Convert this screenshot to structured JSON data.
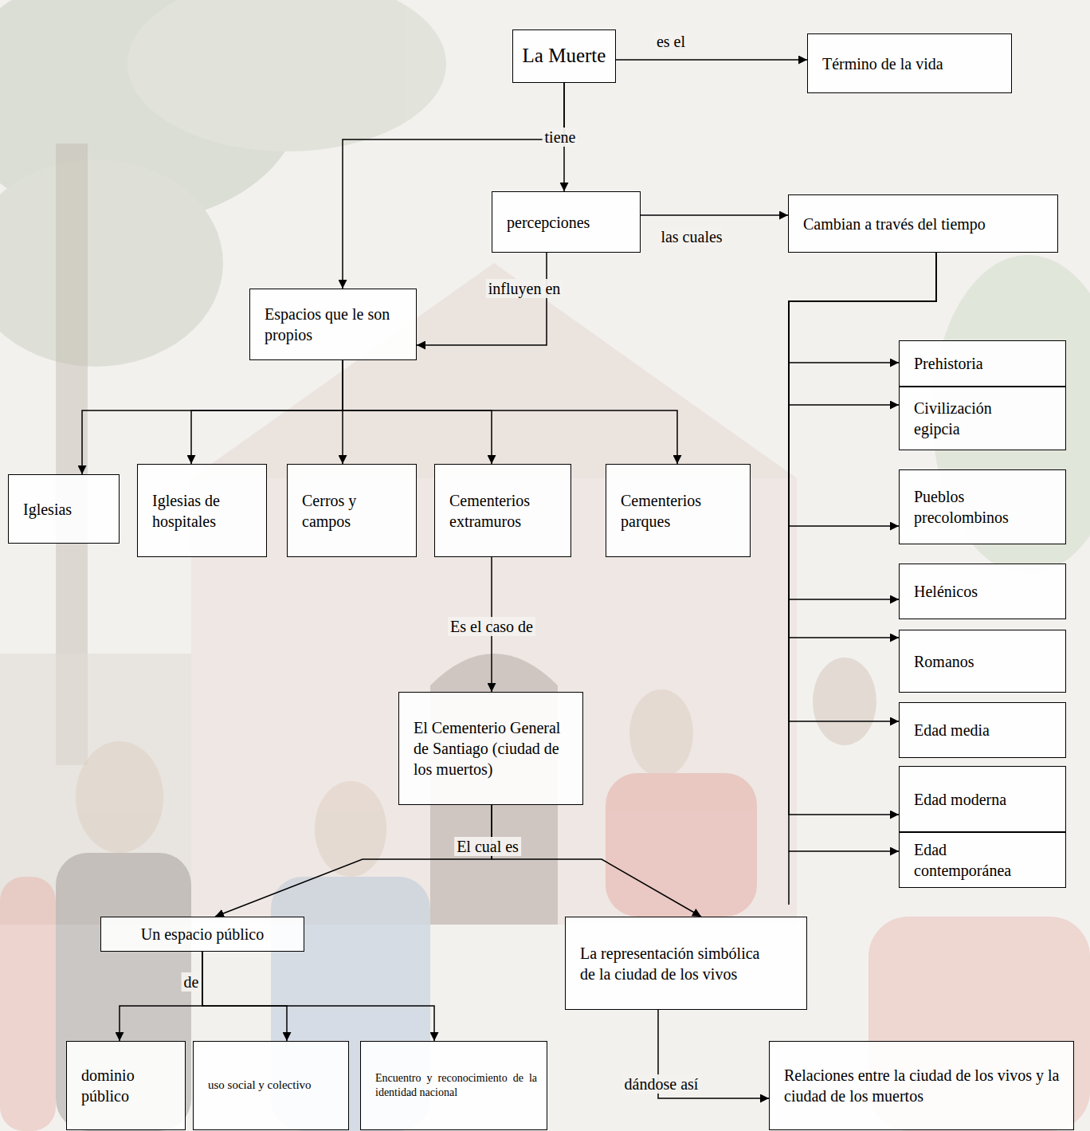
{
  "diagram": {
    "nodes": [
      {
        "text": [
          "La Muerte"
        ]
      },
      {
        "text": [
          "Término de la vida"
        ]
      },
      {
        "text": [
          "percepciones"
        ]
      },
      {
        "text": [
          "Cambian a través del tiempo"
        ]
      },
      {
        "text": [
          "Espacios que le son propios"
        ]
      },
      {
        "text": [
          "Prehistoria"
        ]
      },
      {
        "text": [
          "Civilización egipcia"
        ]
      },
      {
        "text": [
          "Iglesias"
        ]
      },
      {
        "text": [
          "Iglesias de hospitales"
        ]
      },
      {
        "text": [
          "Cerros y campos"
        ]
      },
      {
        "text": [
          "Cementerios extramuros"
        ]
      },
      {
        "text": [
          "Cementerios parques"
        ]
      },
      {
        "text": [
          "Pueblos precolombinos"
        ]
      },
      {
        "text": [
          "Helénicos"
        ]
      },
      {
        "text": [
          "Romanos"
        ]
      },
      {
        "text": [
          "El Cementerio General de Santiago (ciudad de los muertos)"
        ]
      },
      {
        "text": [
          "Edad media"
        ]
      },
      {
        "text": [
          "Edad moderna"
        ]
      },
      {
        "text": [
          "Edad contemporánea"
        ]
      },
      {
        "text": [
          "Un espacio público"
        ]
      },
      {
        "text": [
          "La representación simbólica de la ciudad de los vivos"
        ]
      },
      {
        "text": [
          "dominio público"
        ]
      },
      {
        "text": [
          "uso social y colectivo"
        ]
      },
      {
        "text": [
          "Encuentro y reconocimiento de la identidad nacional"
        ]
      },
      {
        "text": [
          "Relaciones entre la ciudad de los vivos y la ciudad de los muertos"
        ]
      }
    ],
    "edges": [
      {
        "from": 0,
        "to": 1,
        "arrow": "to",
        "label": "es el"
      },
      {
        "from": 0,
        "to": 2,
        "arrow": "to",
        "label": "tiene"
      },
      {
        "from": 0,
        "to": 4,
        "arrow": "to"
      },
      {
        "from": 2,
        "to": 3,
        "arrow": "to",
        "label": "las cuales"
      },
      {
        "from": 2,
        "to": 4,
        "arrow": "to",
        "label": "influyen en"
      },
      {
        "from": 4,
        "to": 7,
        "arrow": "to"
      },
      {
        "from": 4,
        "to": 8,
        "arrow": "to"
      },
      {
        "from": 4,
        "to": 9,
        "arrow": "to"
      },
      {
        "from": 4,
        "to": 10,
        "arrow": "to"
      },
      {
        "from": 4,
        "to": 11,
        "arrow": "to"
      },
      {
        "from": 3,
        "to": 5,
        "arrow": "to"
      },
      {
        "from": 3,
        "to": 6,
        "arrow": "to"
      },
      {
        "from": 3,
        "to": 12,
        "arrow": "to"
      },
      {
        "from": 3,
        "to": 13,
        "arrow": "to"
      },
      {
        "from": 3,
        "to": 14,
        "arrow": "to"
      },
      {
        "from": 3,
        "to": 16,
        "arrow": "to"
      },
      {
        "from": 3,
        "to": 17,
        "arrow": "to"
      },
      {
        "from": 3,
        "to": 18,
        "arrow": "to"
      },
      {
        "from": 10,
        "to": 15,
        "arrow": "to",
        "label": "Es el caso de"
      },
      {
        "from": 15,
        "to": 19,
        "arrow": "to",
        "label": "El cual es"
      },
      {
        "from": 15,
        "to": 20,
        "arrow": "to"
      },
      {
        "from": 19,
        "to": 21,
        "arrow": "to",
        "label": "de"
      },
      {
        "from": 19,
        "to": 22,
        "arrow": "to"
      },
      {
        "from": 19,
        "to": 23,
        "arrow": "to"
      },
      {
        "from": 20,
        "to": 24,
        "arrow": "to",
        "label": "dándose así"
      }
    ]
  }
}
